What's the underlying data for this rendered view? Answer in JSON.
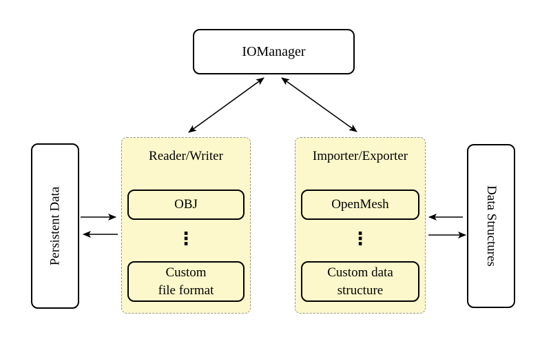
{
  "diagram": {
    "nodes": {
      "iomanager": "IOManager",
      "persistent_data": "Persistent Data",
      "data_structures": "Data Structures"
    },
    "ellipsis": "⋮",
    "groups": [
      {
        "title": "Reader/Writer",
        "items": [
          {
            "lines": [
              "OBJ",
              ""
            ]
          },
          {
            "lines": [
              "Custom",
              "file format"
            ]
          }
        ]
      },
      {
        "title": "Importer/Exporter",
        "items": [
          {
            "lines": [
              "OpenMesh",
              ""
            ]
          },
          {
            "lines": [
              "Custom data",
              "structure"
            ]
          }
        ]
      }
    ],
    "colors": {
      "background": "#FFFFFF",
      "group_fill": "#FCF8CB",
      "group_border_dashed": "#919191",
      "node_border": "#000000",
      "arrow": "#000000",
      "text": "#000000"
    }
  }
}
